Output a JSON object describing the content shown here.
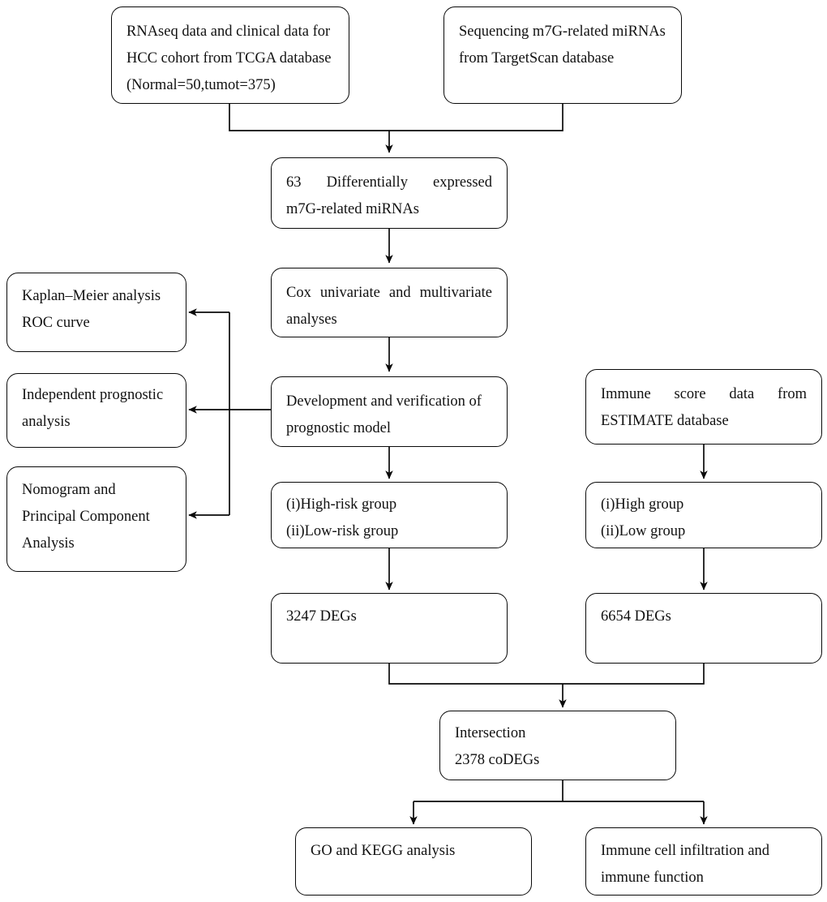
{
  "diagram": {
    "title": "m7G-related miRNA HCC prognostic model workflow",
    "stroke_color": "#0a0a0a",
    "background": "#ffffff",
    "nodes": {
      "rnaseq_data": {
        "lines": [
          "RNAseq data and clinical data for",
          "HCC cohort from TCGA database",
          "(Normal=50,tumot=375)"
        ]
      },
      "targetscan_data": {
        "lines": [
          "Sequencing m7G-related miRNAs",
          "from TargetScan database"
        ]
      },
      "deg_mirnas": {
        "lines": [
          "63 Differentially expressed",
          "m7G-related miRNAs"
        ]
      },
      "cox_analyses": {
        "lines": [
          "Cox univariate and multivariate",
          "analyses"
        ]
      },
      "prognostic_model": {
        "lines": [
          "Development and verification of",
          "prognostic model"
        ]
      },
      "risk_groups": {
        "lines": [
          "(i)High-risk group",
          "(ii)Low-risk group"
        ]
      },
      "degs_left": {
        "lines": [
          "3247 DEGs"
        ]
      },
      "kaplan_meier": {
        "lines": [
          "Kaplan–Meier analysis",
          "ROC curve"
        ]
      },
      "independent_prognostic": {
        "lines": [
          "Independent prognostic",
          "analysis"
        ]
      },
      "nomogram_pca": {
        "lines": [
          "Nomogram and",
          "Principal Component",
          "Analysis"
        ]
      },
      "immune_score": {
        "lines": [
          "Immune score data from",
          "ESTIMATE database"
        ]
      },
      "immune_groups": {
        "lines": [
          "(i)High group",
          "(ii)Low group"
        ]
      },
      "degs_right": {
        "lines": [
          "6654 DEGs"
        ]
      },
      "intersection": {
        "lines": [
          "Intersection",
          "2378 coDEGs"
        ]
      },
      "go_kegg": {
        "lines": [
          "GO and KEGG analysis"
        ]
      },
      "immune_infiltration": {
        "lines": [
          "Immune cell infiltration and",
          "immune function"
        ]
      }
    }
  }
}
